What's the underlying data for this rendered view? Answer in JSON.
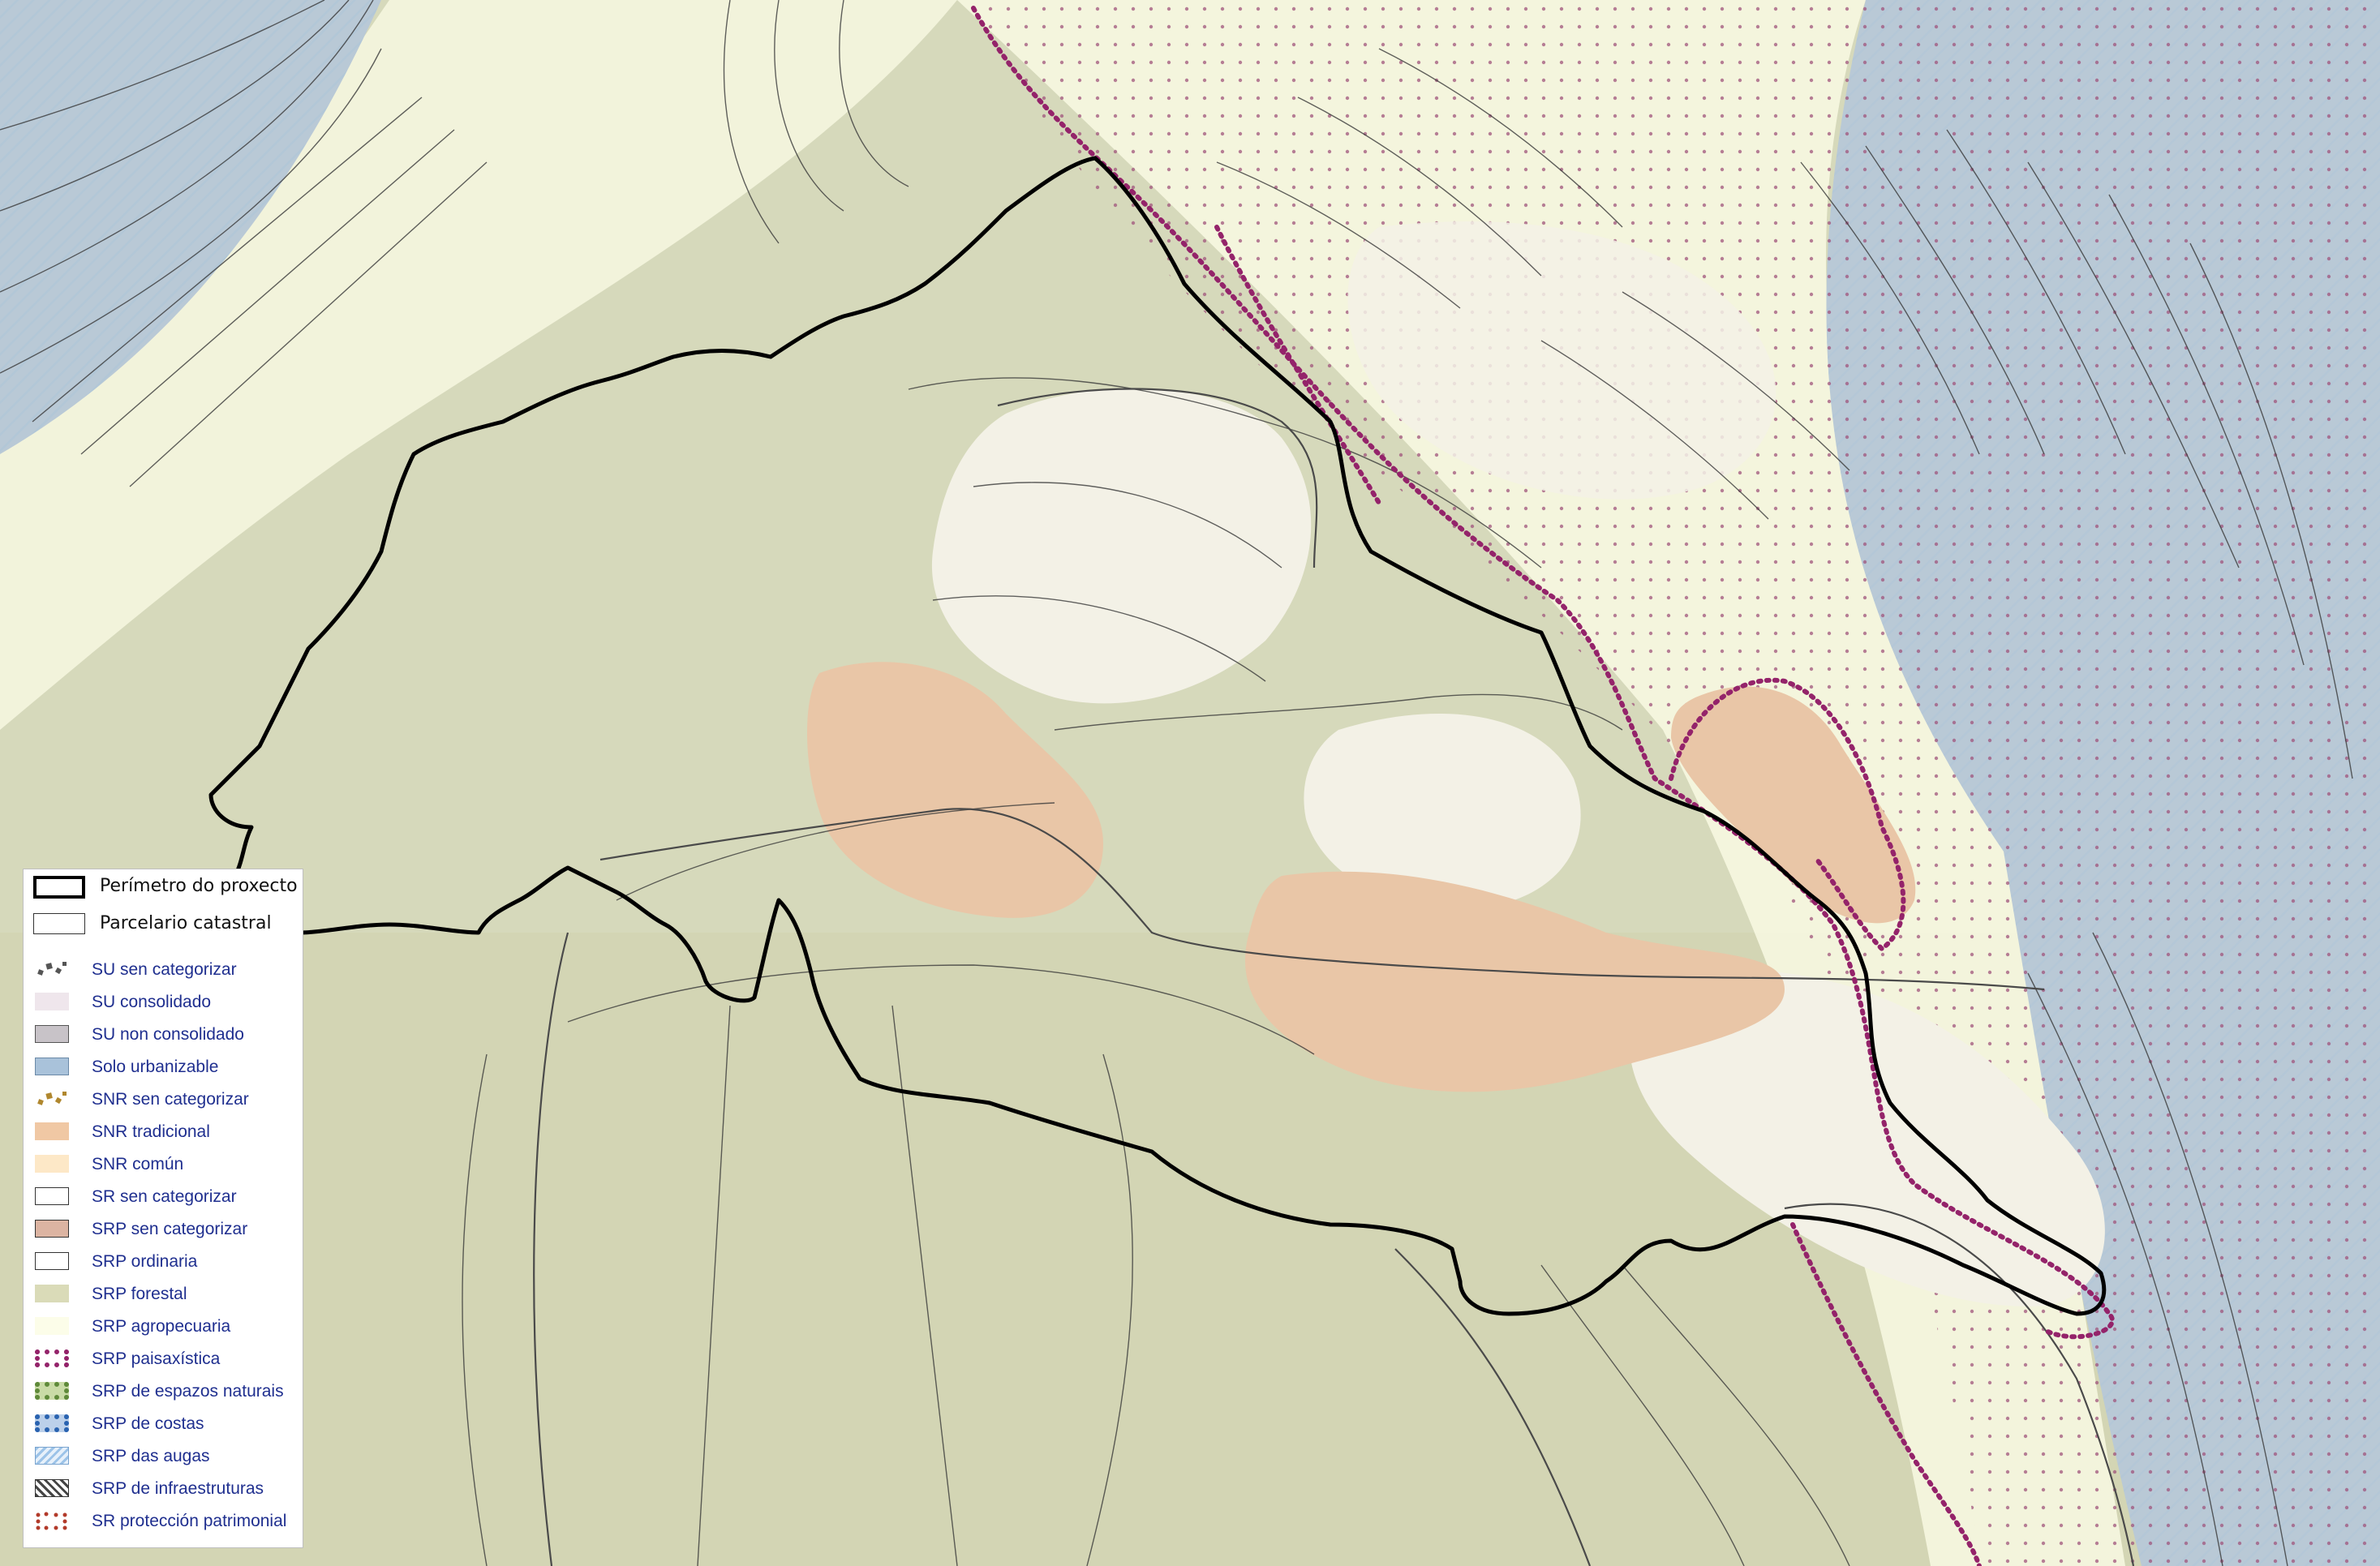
{
  "map": {
    "colors": {
      "forest": "#d6d9bb",
      "agro": "#fbfbe6",
      "tradicional": "#e9c6a7",
      "sr_common": "#f3f1e6",
      "urbanizable": "#b9c9d6",
      "paisaxistica": "#94236a",
      "perimeter": "#000000",
      "parcel_line": "#3a3a3a"
    }
  },
  "legend": {
    "items": [
      {
        "label": "Perímetro do proxecto",
        "icon": "perimeter-swatch"
      },
      {
        "label": "Parcelario catastral",
        "icon": "parcel-swatch"
      },
      {
        "label": "SU sen categorizar",
        "icon": "su-uncategorized-swatch"
      },
      {
        "label": "SU consolidado",
        "icon": "su-consolidated-swatch"
      },
      {
        "label": "SU non consolidado",
        "icon": "su-nonconsolidated-swatch"
      },
      {
        "label": "Solo urbanizable",
        "icon": "urbanizable-swatch"
      },
      {
        "label": "SNR sen categorizar",
        "icon": "snr-uncategorized-swatch"
      },
      {
        "label": "SNR tradicional",
        "icon": "snr-traditional-swatch"
      },
      {
        "label": "SNR común",
        "icon": "snr-common-swatch"
      },
      {
        "label": "SR sen categorizar",
        "icon": "sr-uncategorized-swatch"
      },
      {
        "label": "SRP sen categorizar",
        "icon": "srp-uncategorized-swatch"
      },
      {
        "label": "SRP ordinaria",
        "icon": "srp-ordinary-swatch"
      },
      {
        "label": "SRP forestal",
        "icon": "srp-forest-swatch"
      },
      {
        "label": "SRP agropecuaria",
        "icon": "srp-agro-swatch"
      },
      {
        "label": "SRP paisaxística",
        "icon": "srp-landscape-swatch"
      },
      {
        "label": "SRP de espazos naturais",
        "icon": "srp-natural-swatch"
      },
      {
        "label": "SRP de costas",
        "icon": "srp-coast-swatch"
      },
      {
        "label": "SRP das augas",
        "icon": "srp-water-swatch"
      },
      {
        "label": "SRP de infraestruturas",
        "icon": "srp-infra-swatch"
      },
      {
        "label": "SR protección patrimonial",
        "icon": "sr-heritage-swatch"
      }
    ]
  }
}
